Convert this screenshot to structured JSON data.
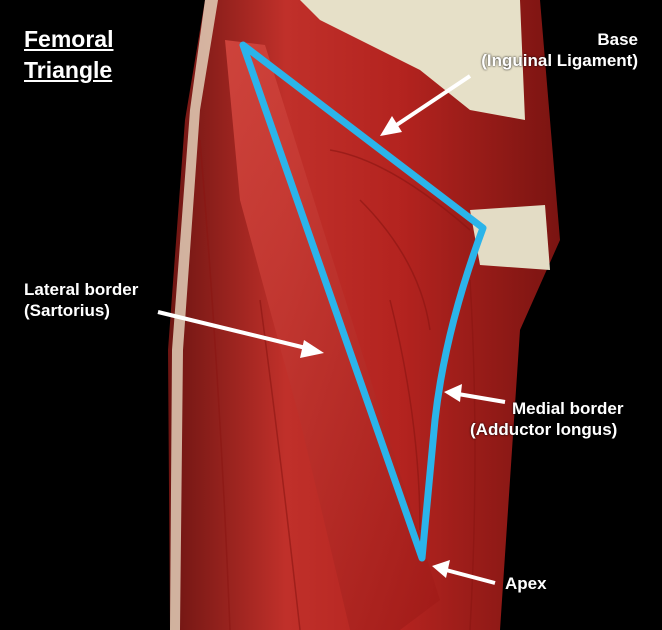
{
  "title": [
    "Femoral",
    "Triangle"
  ],
  "labels": {
    "base": [
      "Base",
      "(Inguinal Ligament)"
    ],
    "lateral": [
      "Lateral border",
      "(Sartorius)"
    ],
    "medial": [
      "Medial border",
      "(Adductor longus)"
    ],
    "apex": [
      "Apex"
    ]
  },
  "colors": {
    "triangle": "#2bb4ea",
    "muscle": "#b2221f",
    "arrow": "#ffffff"
  }
}
